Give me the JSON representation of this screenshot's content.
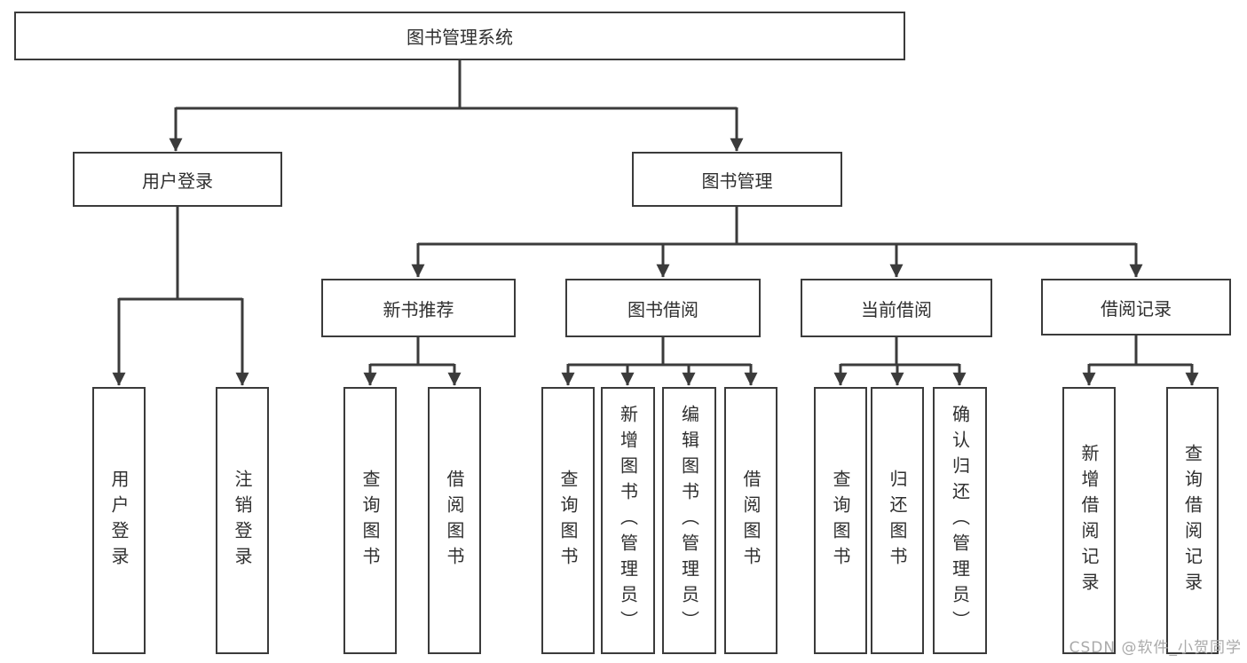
{
  "title": "图书管理系统",
  "colors": {
    "line": "#3b3b3b",
    "box_border": "#3b3b3b",
    "text": "#2f2f2f",
    "background": "#ffffff",
    "watermark": "#aaaaaa"
  },
  "nodes": {
    "root": {
      "label": "图书管理系统"
    },
    "user_login": {
      "label": "用户登录"
    },
    "book_mgmt": {
      "label": "图书管理"
    },
    "new_book": {
      "label": "新书推荐"
    },
    "book_borrow": {
      "label": "图书借阅"
    },
    "current_borrow": {
      "label": "当前借阅"
    },
    "borrow_records": {
      "label": "借阅记录"
    },
    "leaf_user_login": {
      "label": "用户登录"
    },
    "leaf_logout": {
      "label": "注销登录"
    },
    "leaf_newbook_query": {
      "label": "查询图书"
    },
    "leaf_newbook_borrow": {
      "label": "借阅图书"
    },
    "leaf_borrow_query": {
      "label": "查询图书"
    },
    "leaf_borrow_add": {
      "label": "新增图书（管理员）"
    },
    "leaf_borrow_edit": {
      "label": "编辑图书（管理员）"
    },
    "leaf_borrow_borrow": {
      "label": "借阅图书"
    },
    "leaf_current_query": {
      "label": "查询图书"
    },
    "leaf_current_return": {
      "label": "归还图书"
    },
    "leaf_current_confirm": {
      "label": "确认归还（管理员）"
    },
    "leaf_records_add": {
      "label": "新增借阅记录"
    },
    "leaf_records_query": {
      "label": "查询借阅记录"
    }
  },
  "edges": [
    [
      "图书管理系统",
      "用户登录"
    ],
    [
      "图书管理系统",
      "图书管理"
    ],
    [
      "用户登录",
      "用户登录"
    ],
    [
      "用户登录",
      "注销登录"
    ],
    [
      "图书管理",
      "新书推荐"
    ],
    [
      "图书管理",
      "图书借阅"
    ],
    [
      "图书管理",
      "当前借阅"
    ],
    [
      "图书管理",
      "借阅记录"
    ],
    [
      "新书推荐",
      "查询图书"
    ],
    [
      "新书推荐",
      "借阅图书"
    ],
    [
      "图书借阅",
      "查询图书"
    ],
    [
      "图书借阅",
      "新增图书（管理员）"
    ],
    [
      "图书借阅",
      "编辑图书（管理员）"
    ],
    [
      "图书借阅",
      "借阅图书"
    ],
    [
      "当前借阅",
      "查询图书"
    ],
    [
      "当前借阅",
      "归还图书"
    ],
    [
      "当前借阅",
      "确认归还（管理员）"
    ],
    [
      "借阅记录",
      "新增借阅记录"
    ],
    [
      "借阅记录",
      "查询借阅记录"
    ]
  ],
  "watermark": "CSDN @软件_小贺同学"
}
